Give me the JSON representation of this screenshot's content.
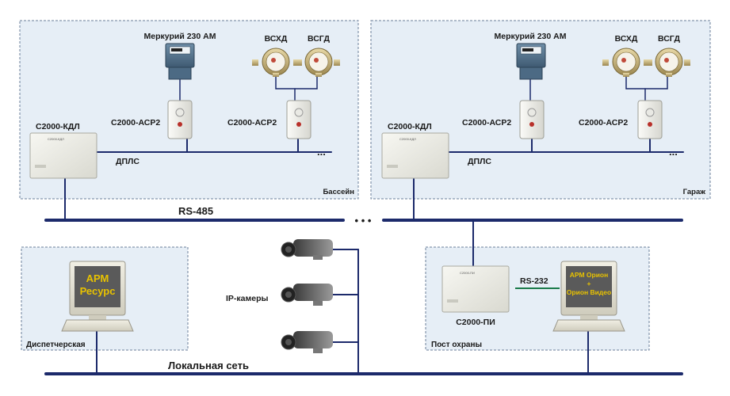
{
  "zones": {
    "pool": "Бассейн",
    "garage": "Гараж",
    "dispatch": "Диспетчерская",
    "guard": "Пост охраны"
  },
  "devices": {
    "meter": "Меркурий 230 АМ",
    "cold_water": "ВСХД",
    "hot_water": "ВСГД",
    "asr2": "С2000-АСР2",
    "kdl": "С2000-КДЛ",
    "pi": "С2000-ПИ",
    "kdl_panel": "С2000-КДЛ",
    "pi_panel": "С2000-ПИ"
  },
  "buses": {
    "dpls": "ДПЛС",
    "rs485": "RS-485",
    "rs232": "RS-232",
    "lan": "Локальная сеть",
    "ip_cameras": "IP-камеры",
    "ellipsis": "• • •",
    "dots": "..."
  },
  "screens": {
    "arm_resurs_1": "АРМ",
    "arm_resurs_2": "Ресурс",
    "arm_orion_1": "АРМ Орион",
    "arm_orion_2": "+",
    "arm_orion_3": "Орион Видео"
  },
  "colors": {
    "bus_line": "#1c2a6b",
    "zone_fill": "#e6eef6",
    "zone_border": "#6b7f99",
    "screen_bg": "#5a5a5a",
    "screen_text": "#e8c200"
  }
}
